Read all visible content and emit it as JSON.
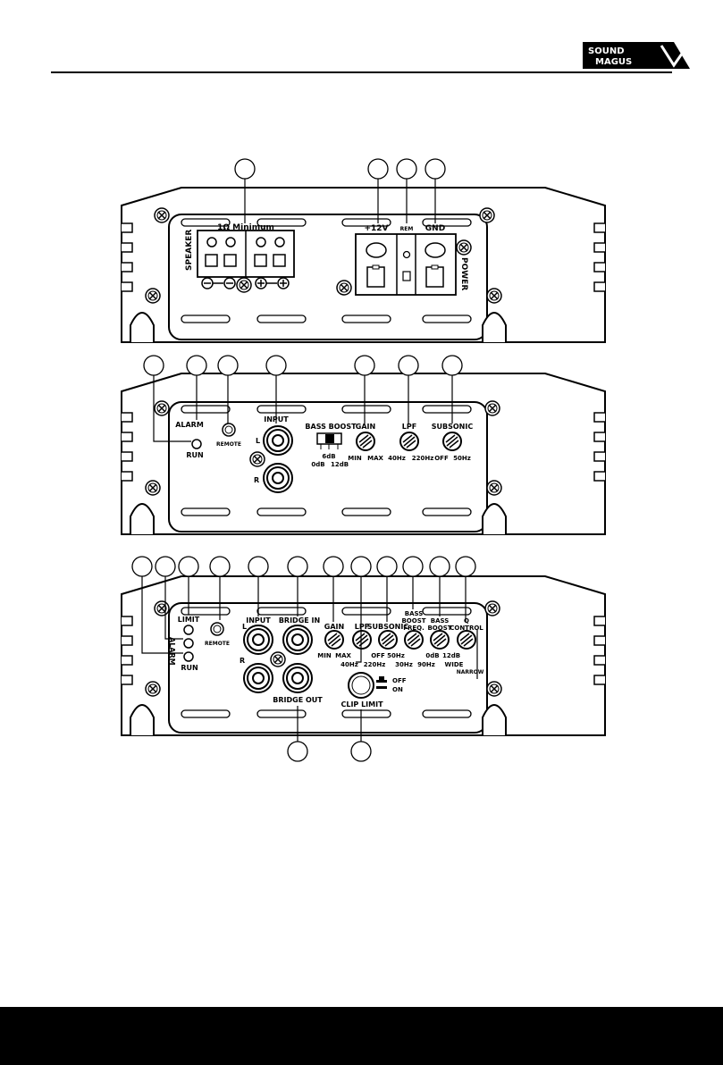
{
  "brand": {
    "line1": "SOUND",
    "line2": "MAGUS"
  },
  "panel1": {
    "speaker_min": "1Ω Minimum",
    "speaker": "SPEAKER",
    "v12": "+12V",
    "rem": "REM",
    "gnd": "GND",
    "power": "POWER"
  },
  "panel2": {
    "alarm": "ALARM",
    "run": "RUN",
    "remote": "REMOTE",
    "input": "INPUT",
    "l": "L",
    "r": "R",
    "bass_boost": "BASS BOOST",
    "db6": "6dB",
    "db0": "0dB",
    "db12": "12dB",
    "gain": "GAIN",
    "min": "MIN",
    "max": "MAX",
    "lpf": "LPF",
    "hz40": "40Hz",
    "hz220": "220Hz",
    "subsonic": "SUBSONIC",
    "off": "OFF",
    "hz50": "50Hz"
  },
  "panel3": {
    "limit": "LIMIT",
    "alarm": "ALARM",
    "run": "RUN",
    "remote": "REMOTE",
    "input": "INPUT",
    "l": "L",
    "r": "R",
    "bridge_in": "BRIDGE IN",
    "bridge_out": "BRIDGE OUT",
    "gain": "GAIN",
    "min": "MIN",
    "max": "MAX",
    "lpf": "LPF",
    "hz40": "40Hz",
    "hz220": "220Hz",
    "subsonic": "SUBSONIC",
    "off": "OFF",
    "hz50": "50Hz",
    "bass_boost_freq_1": "BASS",
    "bass_boost_freq_2": "BOOST",
    "bass_boost_freq_3": "FREQ.",
    "hz30": "30Hz",
    "hz90": "90Hz",
    "bass_boost_1": "BASS",
    "bass_boost_2": "BOOST",
    "db0": "0dB",
    "db12": "12dB",
    "q_1": "Q",
    "q_2": "CONTROL",
    "wide": "WIDE",
    "narrow": "NARROW",
    "clip_limit": "CLIP LIMIT",
    "sw_off": "OFF",
    "sw_on": "ON"
  },
  "colors": {
    "ink": "#000000",
    "paper": "#ffffff"
  }
}
